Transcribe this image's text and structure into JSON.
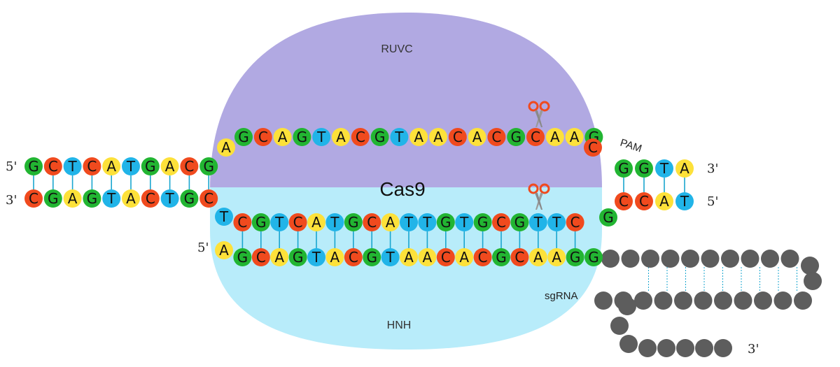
{
  "labels": {
    "enzyme": "Cas9",
    "ruvc": "RUVC",
    "hnh": "HNH",
    "pam": "PAM",
    "sgrna": "sgRNA",
    "end_5_top_left": "5'",
    "end_3_bottom_left": "3'",
    "end_3_top_right": "3'",
    "end_5_bottom_right": "5'",
    "end_5_sgrna": "5'",
    "end_3_sgrna": "3'"
  },
  "colors": {
    "A": "#fde13a",
    "G": "#22b532",
    "C": "#f04a1e",
    "T": "#21b4e8",
    "ruvc_lobe": "#b1a9e2",
    "hnh_lobe": "#b8ecfa",
    "sgrna_tail": "#5d5d5d",
    "bond": "#1aa6cf",
    "scissors_handle": "#f04a1e",
    "scissors_blade": "#9a9a9a"
  },
  "sequences": {
    "left_top": "GCTCATGACG",
    "left_bottom": "CGAGTACTGC",
    "target_top": "AGCAGTACGTAACACGCAAGC",
    "nontarget": "TCGTCATGCATTGTGCGTTCG",
    "sgrna_spacer": "AGCAGTACGTAACACGCAAG",
    "sgrna_end": "G",
    "right_top": "GGTA",
    "right_bottom": "CCAT"
  },
  "icons": [
    "scissors-icon",
    "scissors-icon"
  ]
}
